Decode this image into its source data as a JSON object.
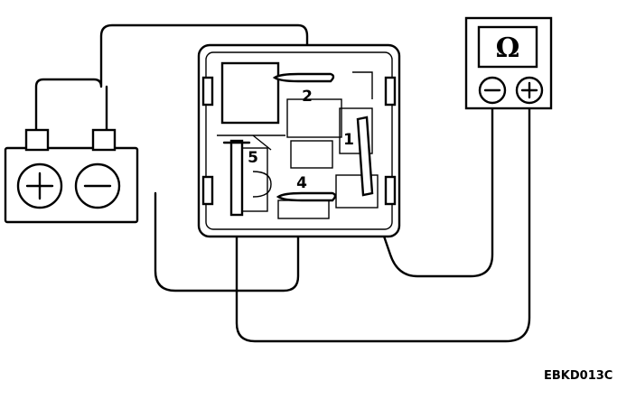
{
  "relay": {
    "terminals": [
      {
        "label": "1"
      },
      {
        "label": "2"
      },
      {
        "label": "4"
      },
      {
        "label": "5"
      }
    ]
  },
  "multimeter": {
    "display_symbol": "Ω",
    "negative_symbol": "minus-icon",
    "positive_symbol": "plus-icon"
  },
  "battery": {
    "left_terminal_symbol": "plus-icon",
    "right_terminal_symbol": "minus-icon"
  },
  "figure_code": "EBKD013C"
}
